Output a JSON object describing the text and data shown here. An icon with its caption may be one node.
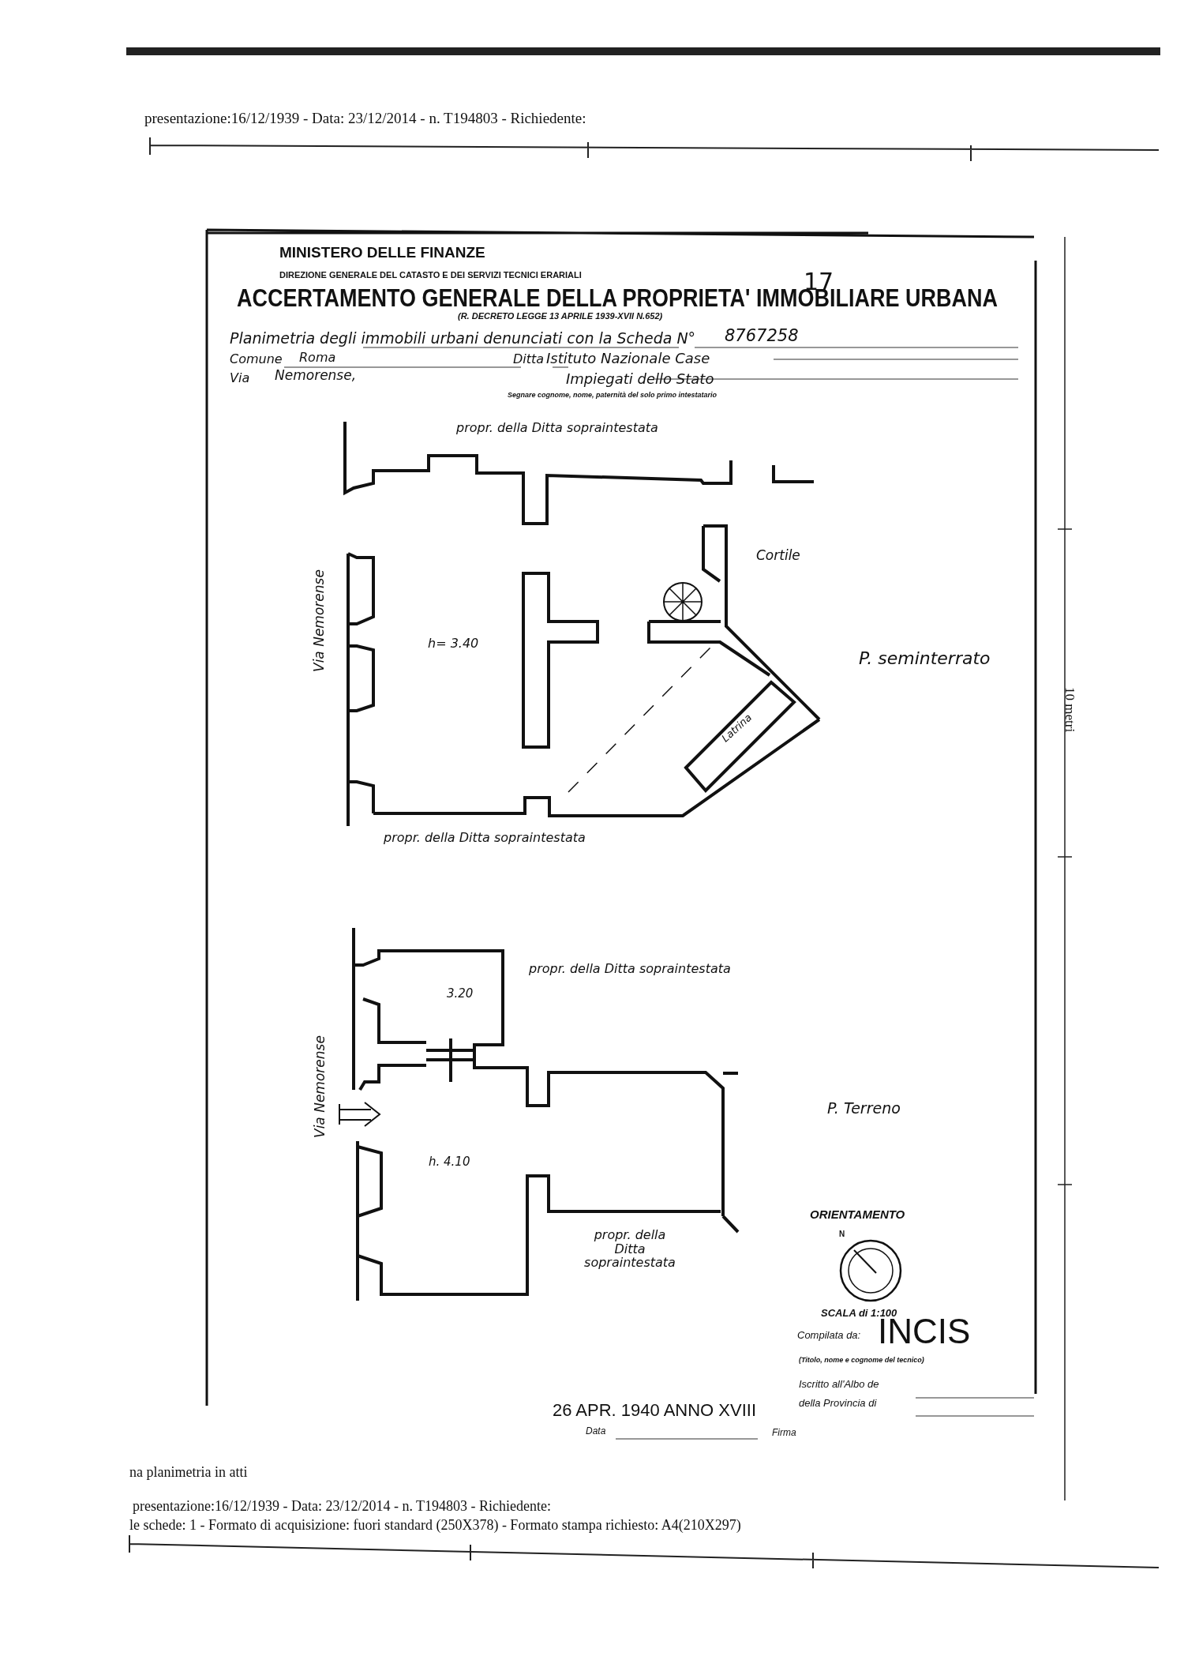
{
  "diagram": {
    "title": "ACCERTAMENTO GENERALE DELLA PROPRIETA' IMMOBILIARE URBANA",
    "labels": [
      "presentazione:16/12/1939 - Data: 23/12/2014 - n. T194803 - Richiedente:",
      "MINISTERO DELLE FINANZE",
      "DIREZIONE GENERALE DEL CATASTO E DEI SERVIZI TECNICI ERARIALI",
      "17",
      "(R. DECRETO LEGGE 13 APRILE 1939-XVII N.652)",
      "Planimetria degli immobili urbani denunciati con la Scheda N°",
      "8767258",
      "Comune",
      "Roma",
      "Via",
      "Nemorense,",
      "Ditta",
      "Istituto Nazionale Case",
      "Impiegati dello Stato",
      "Segnare cognome, nome, paternità del solo primo intestatario",
      "propr. della Ditta sopraintestata",
      "Cortile",
      "P. seminterrato",
      "Via Nemorense",
      "h= 3.40",
      "Latrina",
      "propr. della Ditta sopraintestata",
      "propr. della Ditta sopraintestata",
      "3.20",
      "P. Terreno",
      "Via Nemorense",
      "h. 4.10",
      "propr. della Ditta sopraintestata",
      "ORIENTAMENTO",
      "N",
      "SCALA di 1:100",
      "Compilata da:",
      "INCIS",
      "(Titolo, nome e cognome del tecnico)",
      "Iscritto all'Albo de",
      "della Provincia di",
      "26 APR. 1940 ANNO XVIII",
      "Data",
      "Firma",
      "10 metri",
      "na planimetria in atti",
      "presentazione:16/12/1939 - Data: 23/12/2014 - n. T194803 - Richiedente:",
      "le schede: 1 - Formato di acquisizione: fuori standard (250X378) - Formato stampa richiesto: A4(210X297)"
    ]
  }
}
